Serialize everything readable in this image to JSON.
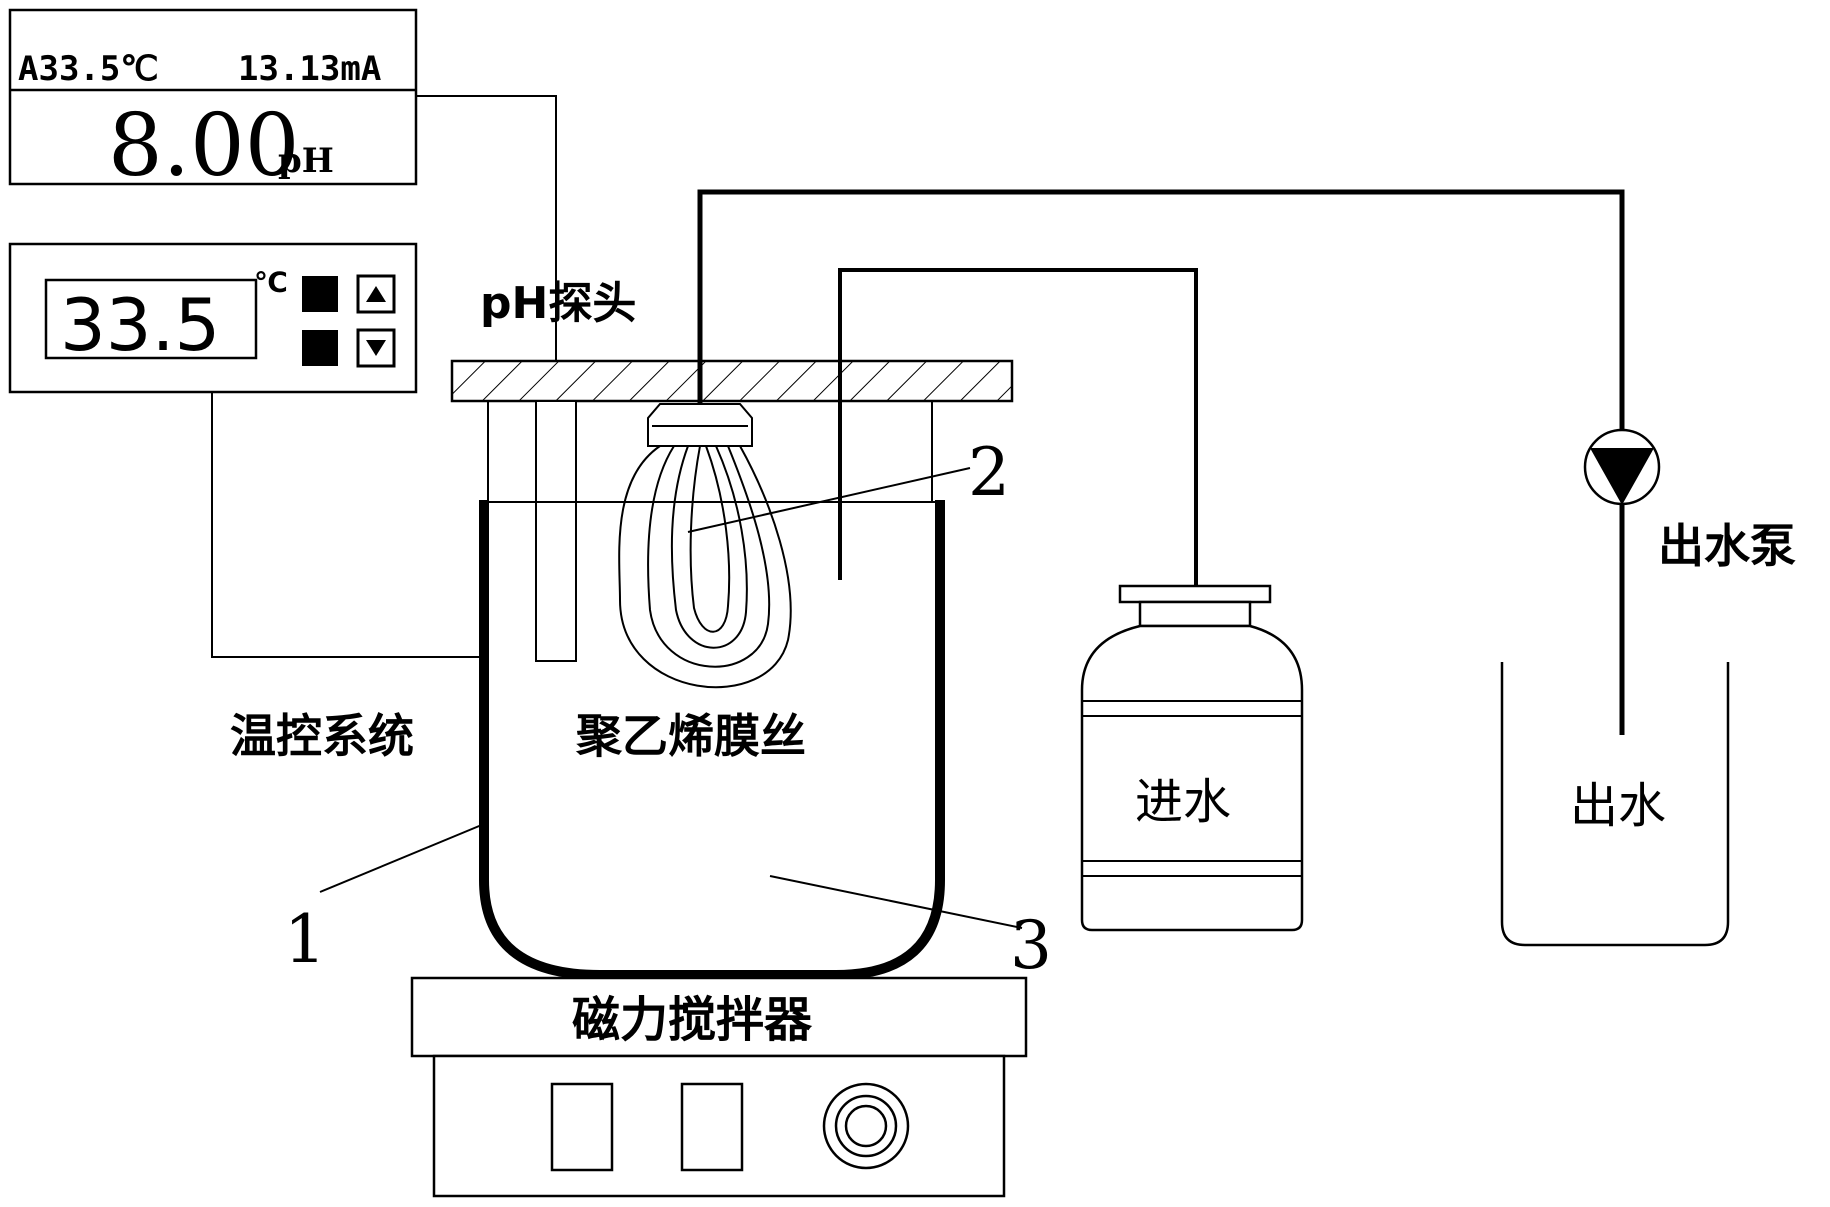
{
  "ph_meter": {
    "temp_reading": "A33.5℃",
    "current_reading": "13.13mA",
    "ph_value": "8.00",
    "ph_unit": "pH"
  },
  "temp_controller": {
    "display": "33.5",
    "unit": "℃"
  },
  "labels": {
    "ph_probe": "pH探头",
    "temp_control_system": "温控系统",
    "membrane_fiber": "聚乙烯膜丝",
    "water_in": "进水",
    "water_out": "出水",
    "outlet_pump": "出水泵",
    "magnetic_stirrer": "磁力搅拌器"
  },
  "callouts": {
    "reactor_jacket": "1",
    "membrane_module": "2",
    "reaction_liquid": "3"
  }
}
